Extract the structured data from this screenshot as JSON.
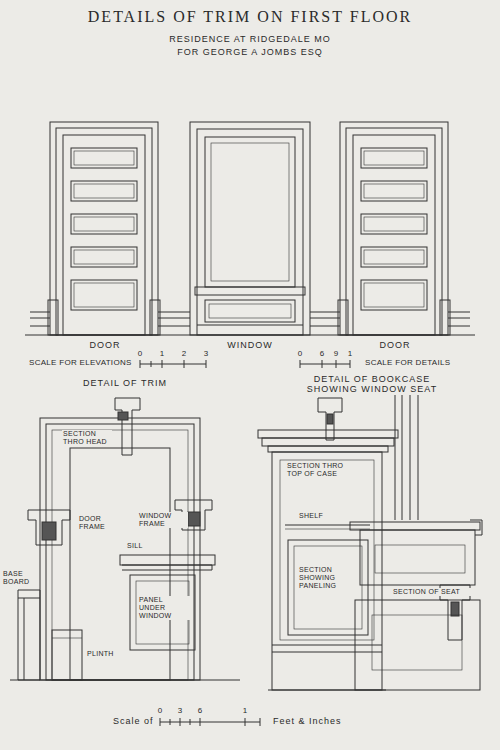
{
  "diagram": {
    "title": "DETAILS OF TRIM ON FIRST FLOOR",
    "labels": [
      "RESIDENCE AT RIDGEDALE MO",
      "FOR GEORGE A JOMBS ESQ",
      "DOOR",
      "WINDOW",
      "DOOR",
      "SCALE FOR ELEVATIONS",
      "0",
      "1",
      "2",
      "3",
      "0",
      "6",
      "9",
      "1",
      "SCALE FOR DETAILS",
      "DETAIL OF TRIM",
      "DETAIL OF BOOKCASE SHOWING WINDOW SEAT",
      "SECTION THRO HEAD",
      "DOOR FRAME",
      "WINDOW FRAME",
      "SILL",
      "BASE BOARD",
      "PANEL UNDER WINDOW",
      "PLINTH",
      "SECTION THRO TOP OF CASE",
      "SHELF",
      "SECTION SHOWING PANELING",
      "SECTION OF SEAT",
      "Scale of",
      "0",
      "3",
      "6",
      "1",
      "Feet & Inches"
    ]
  }
}
